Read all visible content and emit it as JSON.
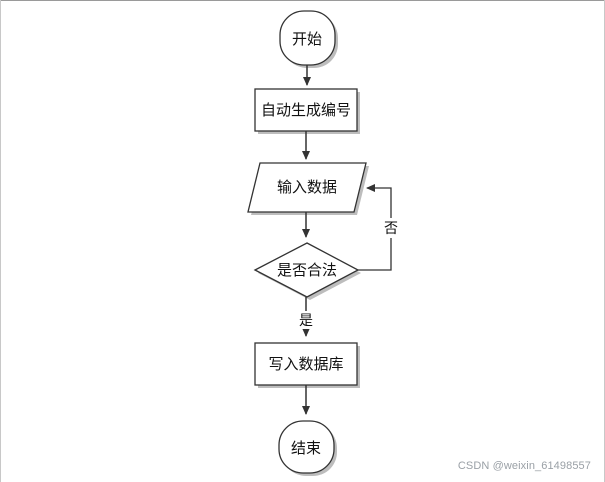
{
  "diagram": {
    "nodes": {
      "start": "开始",
      "generate_id": "自动生成编号",
      "input_data": "输入数据",
      "valid_check": "是否合法",
      "write_db": "写入数据库",
      "end": "结束"
    },
    "edges": {
      "no_label": "否",
      "yes_label": "是"
    }
  },
  "watermark": "CSDN @weixin_61498557",
  "colors": {
    "stroke": "#333333",
    "shadow": "#bdbdbd",
    "fill": "#ffffff"
  }
}
